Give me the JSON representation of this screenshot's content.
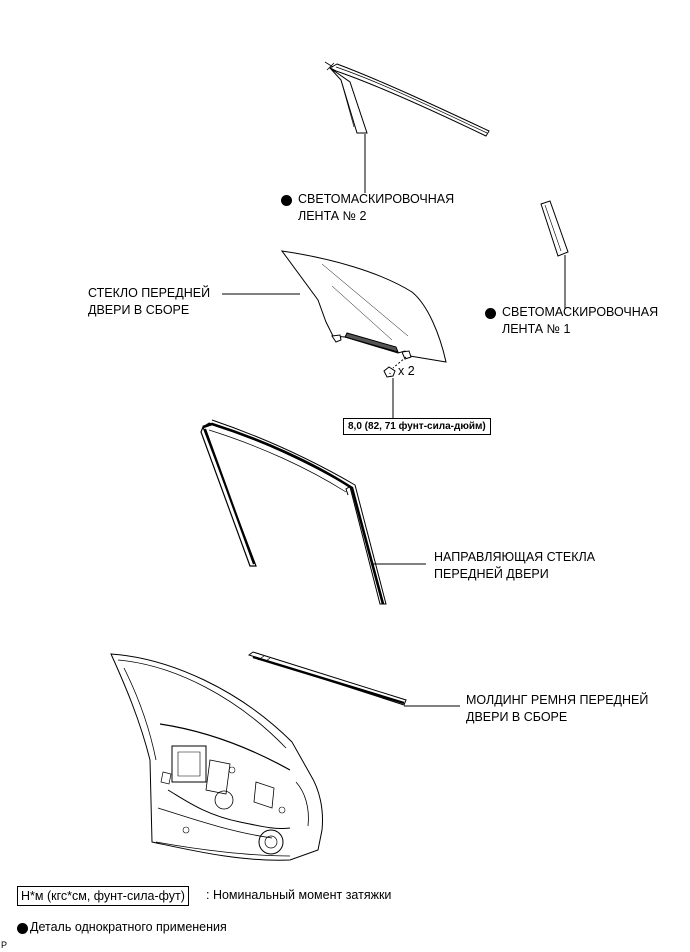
{
  "labels": {
    "tape2": [
      "СВЕТОМАСКИРОВОЧНАЯ",
      "ЛЕНТА № 2"
    ],
    "tape1": [
      "СВЕТОМАСКИРОВОЧНАЯ",
      "ЛЕНТА № 1"
    ],
    "glass": [
      "СТЕКЛО ПЕРЕДНЕЙ",
      "ДВЕРИ В СБОРЕ"
    ],
    "guide": [
      "НАПРАВЛЯЮЩАЯ СТЕКЛА",
      "ПЕРЕДНЕЙ ДВЕРИ"
    ],
    "molding": [
      "МОЛДИНГ РЕМНЯ ПЕРЕДНЕЙ",
      "ДВЕРИ В СБОРЕ"
    ]
  },
  "bolt_count": "x 2",
  "torque_value": "8,0 (82, 71 фунт-сила-дюйм)",
  "legend": {
    "torque_box": "Н*м (кгс*см, фунт-сила-фут)",
    "torque_text": ": Номинальный момент затяжки",
    "single_use": "Деталь однократного применения"
  },
  "figure_id": "P",
  "colors": {
    "ink": "#000000",
    "paper": "#ffffff",
    "shade": "#d9d9d9"
  }
}
